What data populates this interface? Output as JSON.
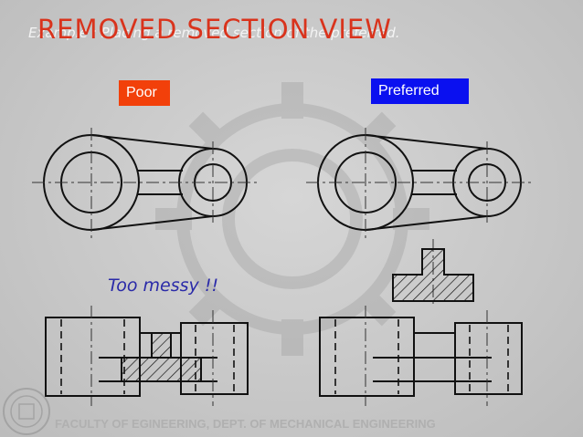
{
  "slide": {
    "title": "REMOVED  SECTION  VIEW",
    "subtitle": "Example : Placing a removed section of the preferred.",
    "tags": {
      "poor": "Poor",
      "preferred": "Preferred"
    },
    "annotation": "Too messy !!",
    "footer": "FACULTY  OF EGINEERING, DEPT. OF MECHANICAL ENGINEERING"
  },
  "colors": {
    "title": "#d9331c",
    "poor": "#f2400a",
    "preferred": "#0a10f0",
    "annotation": "#2a2aa8"
  }
}
